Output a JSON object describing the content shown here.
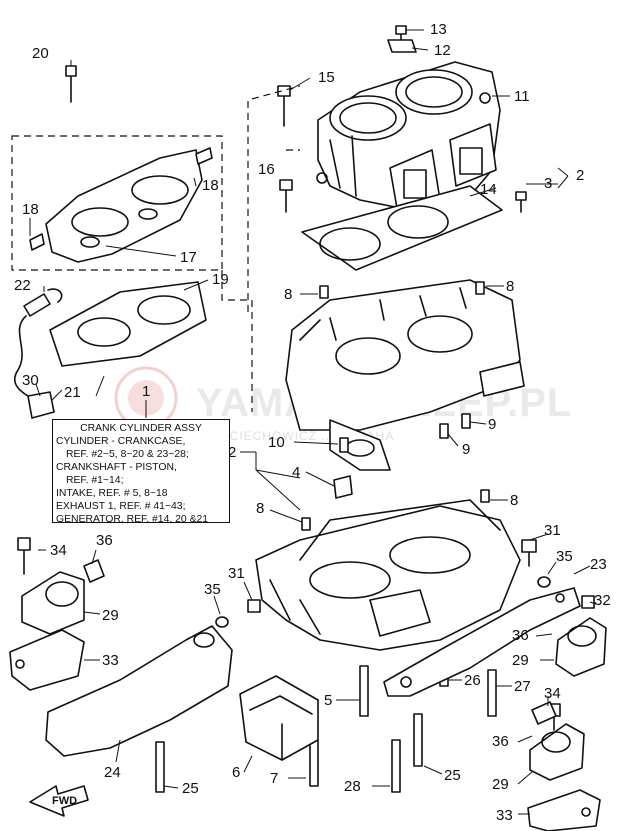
{
  "watermark": {
    "brand": "YAMAHASKLEP.PL",
    "sub": "WOJCIECHOWICZ ... YAMAHA"
  },
  "callouts": {
    "c1": "1",
    "c2a": "2",
    "c2b": "2",
    "c3": "3",
    "c4": "4",
    "c5": "5",
    "c6": "6",
    "c7": "7",
    "c8a": "8",
    "c8b": "8",
    "c8c": "8",
    "c8d": "8",
    "c9a": "9",
    "c9b": "9",
    "c10": "10",
    "c11": "11",
    "c12": "12",
    "c13": "13",
    "c14": "14",
    "c15": "15",
    "c16": "16",
    "c17": "17",
    "c18a": "18",
    "c18b": "18",
    "c19": "19",
    "c20": "20",
    "c21": "21",
    "c22": "22",
    "c23": "23",
    "c24": "24",
    "c25a": "25",
    "c25b": "25",
    "c26": "26",
    "c27": "27",
    "c28": "28",
    "c29a": "29",
    "c29b": "29",
    "c29c": "29",
    "c30": "30",
    "c31a": "31",
    "c31b": "31",
    "c32": "32",
    "c33a": "33",
    "c33b": "33",
    "c34a": "34",
    "c34b": "34",
    "c35a": "35",
    "c35b": "35",
    "c36a": "36",
    "c36b": "36",
    "c36c": "36"
  },
  "legend": {
    "l1": "CRANK CYLINDER ASSY",
    "l2": "CYLINDER - CRANKCASE,",
    "l3": "REF. #2~5, 8~20 & 23~28;",
    "l4": "CRANKSHAFT - PISTON,",
    "l5": "REF. #1~14;",
    "l6": "INTAKE, REF. # 5, 8~18",
    "l7": "EXHAUST 1, REF. # 41~43;",
    "l8": "GENERATOR, REF. #14, 20 &21"
  },
  "fwd_label": "FWD"
}
